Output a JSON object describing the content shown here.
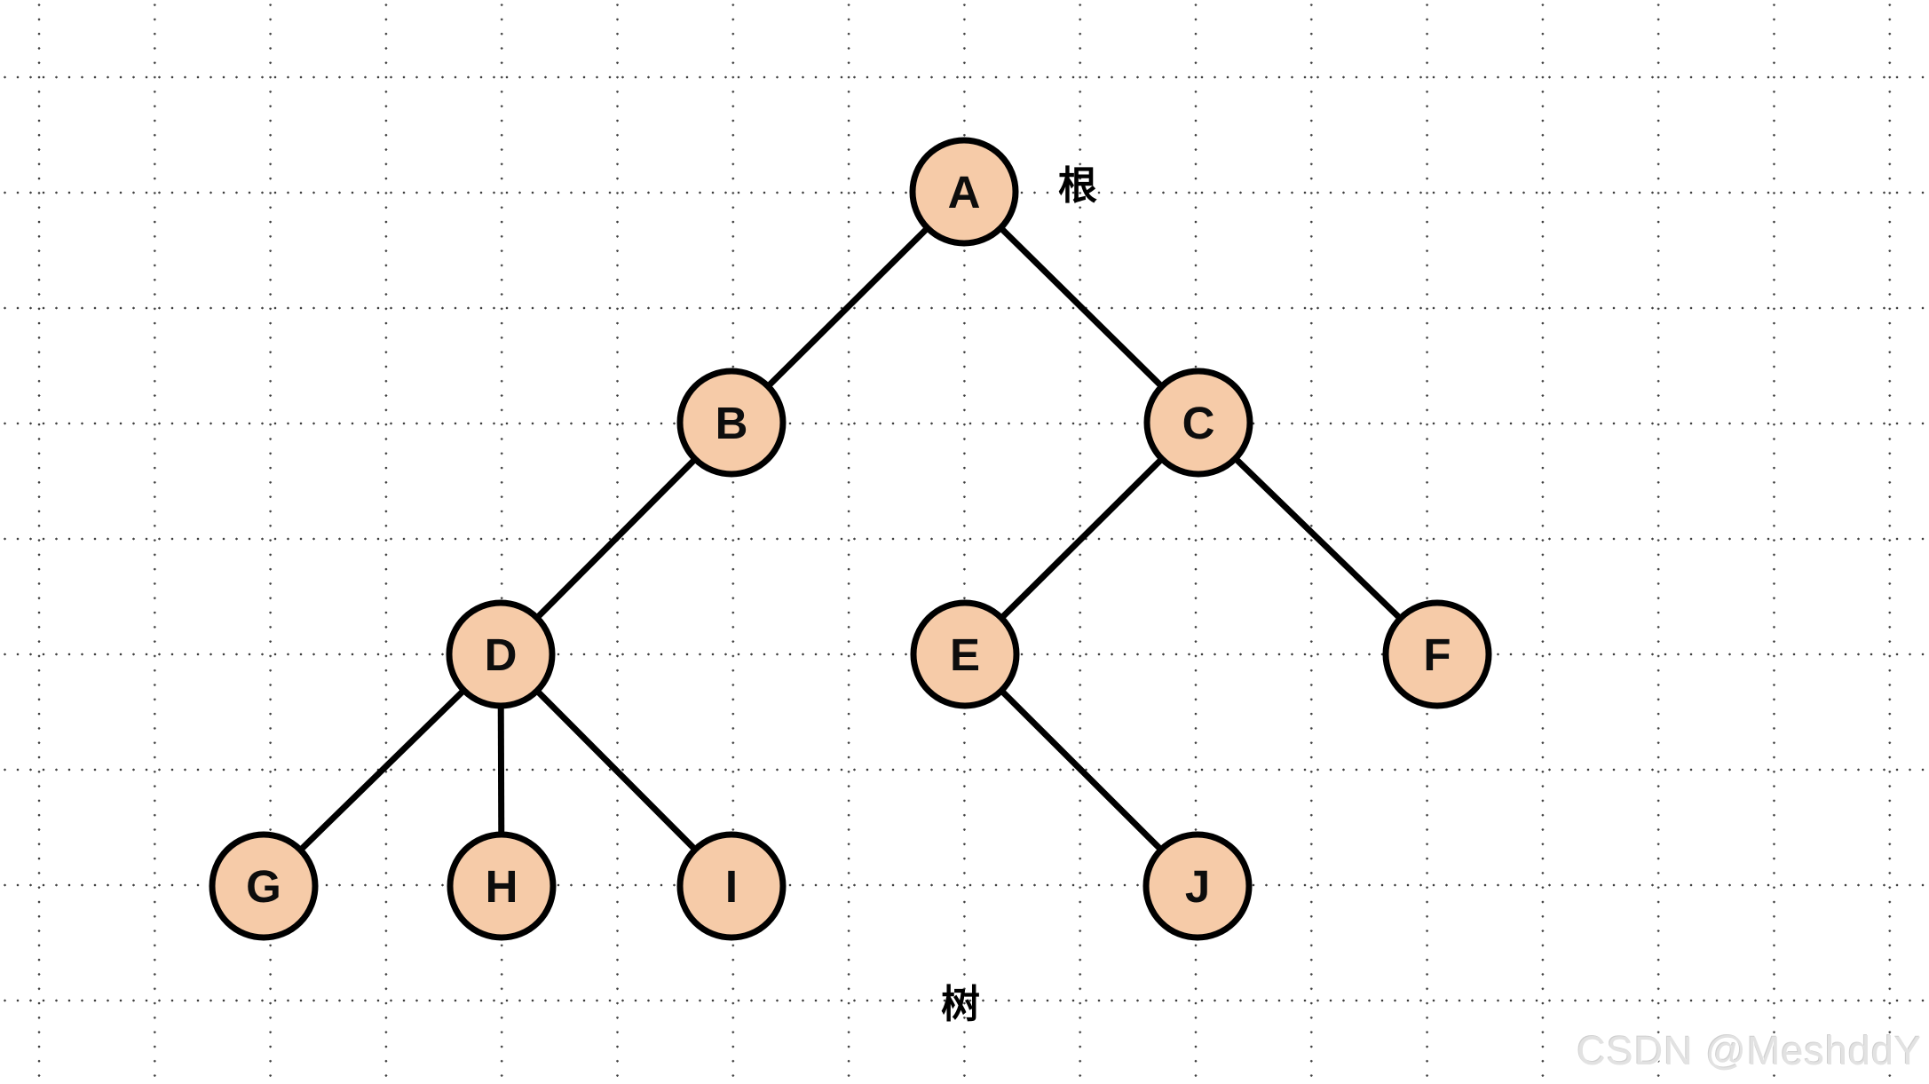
{
  "diagram": {
    "type": "tree",
    "nodes": [
      {
        "label": "A"
      },
      {
        "label": "B"
      },
      {
        "label": "C"
      },
      {
        "label": "D"
      },
      {
        "label": "E"
      },
      {
        "label": "F"
      },
      {
        "label": "G"
      },
      {
        "label": "H"
      },
      {
        "label": "I"
      },
      {
        "label": "J"
      }
    ],
    "edges": [
      "A-B",
      "A-C",
      "B-D",
      "C-E",
      "C-F",
      "D-G",
      "D-H",
      "D-I",
      "E-J"
    ],
    "annotations": {
      "root_label": "根",
      "caption": "树"
    },
    "colors": {
      "node_fill": "#F6CBA8",
      "node_border": "#000000",
      "edge": "#000000",
      "grid_dot": "#3f3f3f"
    }
  },
  "watermark": {
    "text": "CSDN @MeshddY",
    "color": "#e2e2e2"
  }
}
